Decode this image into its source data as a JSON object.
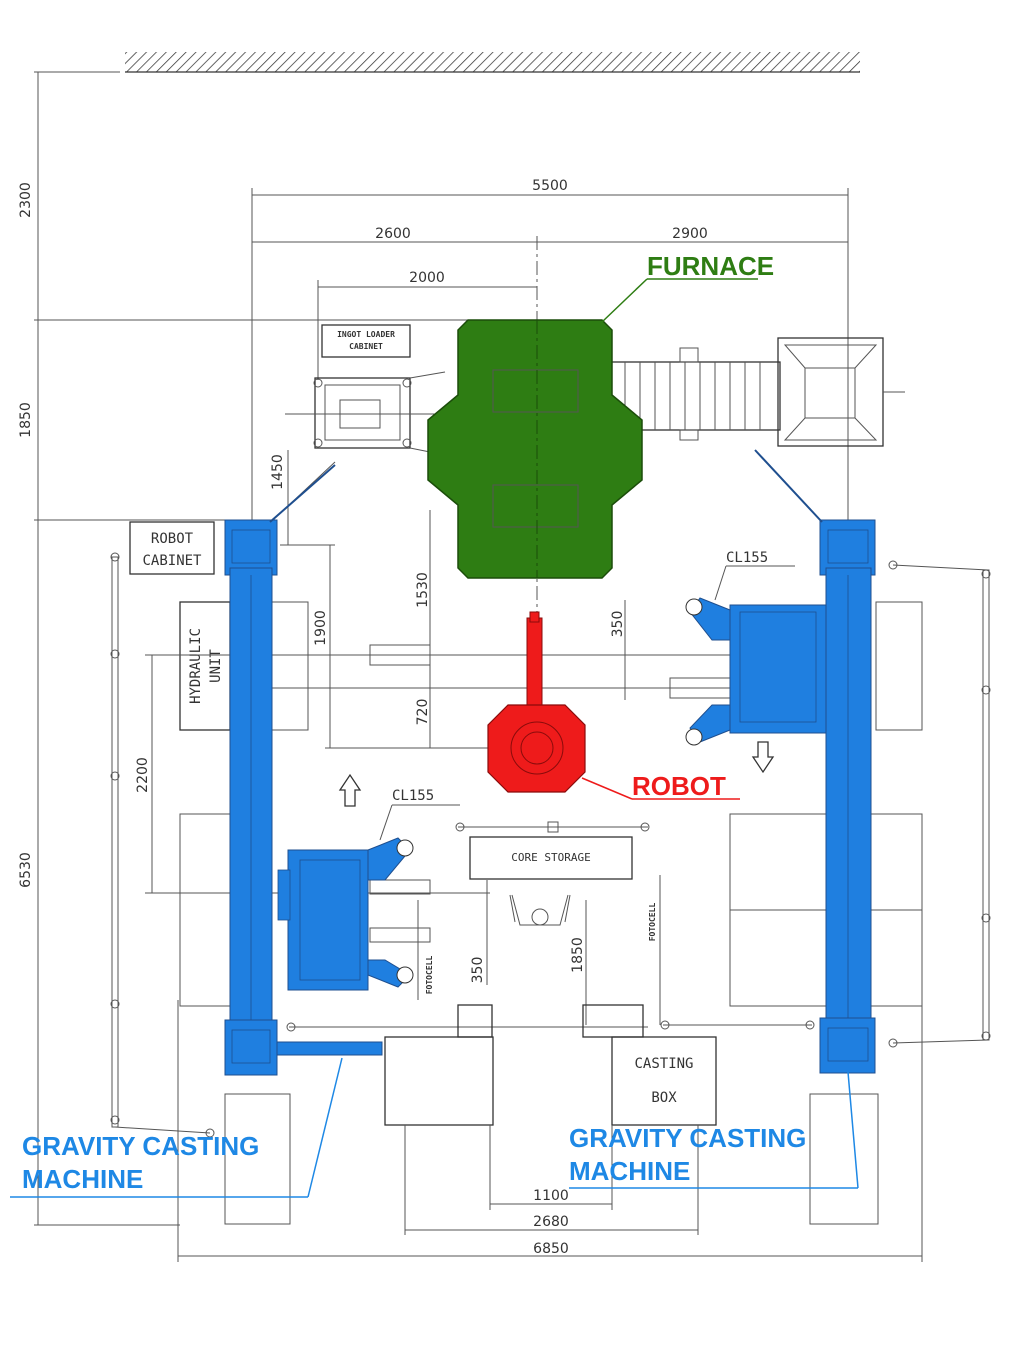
{
  "labels": {
    "furnace": "FURNACE",
    "robot": "ROBOT",
    "gravity_left_1": "GRAVITY CASTING",
    "gravity_left_2": "MACHINE",
    "gravity_right_1": "GRAVITY CASTING",
    "gravity_right_2": "MACHINE",
    "ingot_loader_1": "INGOT LOADER",
    "ingot_loader_2": "CABINET",
    "robot_cabinet_1": "ROBOT",
    "robot_cabinet_2": "CABINET",
    "hydraulic_1": "HYDRAULIC",
    "hydraulic_2": "UNIT",
    "cl155_right": "CL155",
    "cl155_left": "CL155",
    "core_storage": "CORE STORAGE",
    "casting_box_1": "CASTING",
    "casting_box_2": "BOX",
    "fotocell_left": "FOTOCELL",
    "fotocell_right": "FOTOCELL"
  },
  "dimensions": {
    "d5500": "5500",
    "d2600": "2600",
    "d2900": "2900",
    "d2000": "2000",
    "d1450": "1450",
    "d1900": "1900",
    "d1530": "1530",
    "d350a": "350",
    "d720": "720",
    "d2200": "2200",
    "d350b": "350",
    "d1850b": "1850",
    "d1100": "1100",
    "d2680": "2680",
    "d6850": "6850",
    "d6530": "6530",
    "d2300": "2300",
    "d1850": "1850"
  },
  "colors": {
    "furnace": "#2e7d13",
    "robot": "#ee1b1b",
    "machine": "#1f7fe0",
    "machine_label": "#1e88e5"
  }
}
